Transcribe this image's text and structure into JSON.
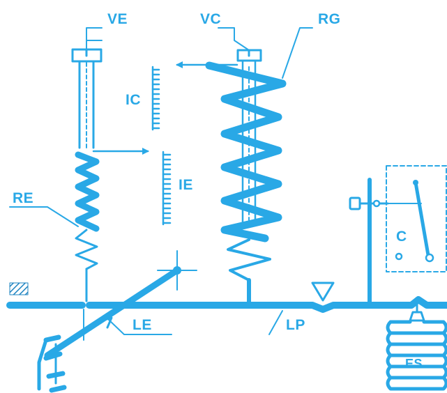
{
  "colors": {
    "ink": "#29a8e6",
    "background": "#ffffff",
    "hatch": "#1f84c2"
  },
  "labels": {
    "ve": "VE",
    "vc": "VC",
    "rg": "RG",
    "ic": "IC",
    "ie": "IE",
    "re": "RE",
    "c": "C",
    "le": "LE",
    "lp": "LP",
    "es": "ES"
  }
}
